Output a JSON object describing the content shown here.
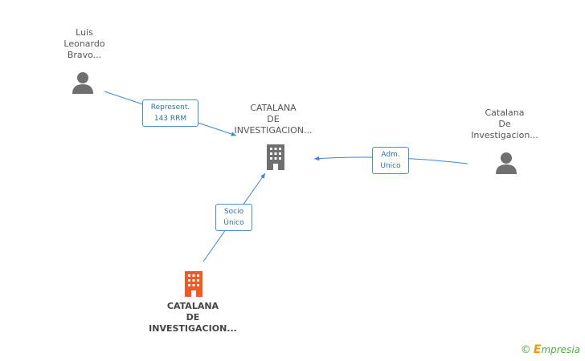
{
  "nodes": {
    "person_luis": {
      "label": "Luis\nLeonardo\nBravo...",
      "icon": "person-icon"
    },
    "company_center": {
      "label": "CATALANA\nDE\nINVESTIGACION...",
      "icon": "building-icon"
    },
    "person_catalana": {
      "label": "Catalana\nDe\nInvestigacion...",
      "icon": "person-icon"
    },
    "company_main": {
      "label": "CATALANA\nDE\nINVESTIGACION...",
      "icon": "building-icon"
    }
  },
  "edges": {
    "represent": {
      "label": "Represent.\n143 RRM"
    },
    "adm": {
      "label": "Adm.\nUnico"
    },
    "socio": {
      "label": "Socio\nÚnico"
    }
  },
  "colors": {
    "edge": "#3d86d8",
    "person_icon": "#6f6f6f",
    "company_icon": "#6f6f6f",
    "main_company_icon": "#f25a23"
  },
  "footer": {
    "copyright_symbol": "©",
    "brand_first": "E",
    "brand_rest": "mpresia"
  }
}
